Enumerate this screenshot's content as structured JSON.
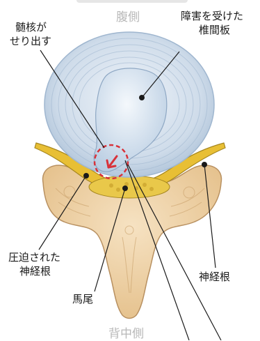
{
  "labels": {
    "ventral": "腹側",
    "dorsal": "背中側",
    "damaged_disc_line1": "障害を受けた",
    "damaged_disc_line2": "椎間板",
    "nucleus_line1": "髄核が",
    "nucleus_line2": "せり出す",
    "compressed_root_line1": "圧迫された",
    "compressed_root_line2": "神経根",
    "nerve_root": "神経根",
    "cauda_equina": "馬尾"
  },
  "colors": {
    "annulus": "#c9d9ea",
    "annulus_ring": "#a9bfd6",
    "nucleus": "#d9e6f3",
    "bone": "#ecd0a4",
    "bone_edge": "#b89060",
    "nerve": "#e8bf35",
    "nerve_edge": "#a5861f",
    "highlight": "#d8323a"
  },
  "icons": [
    "arrow-icon",
    "dot-marker-icon"
  ]
}
